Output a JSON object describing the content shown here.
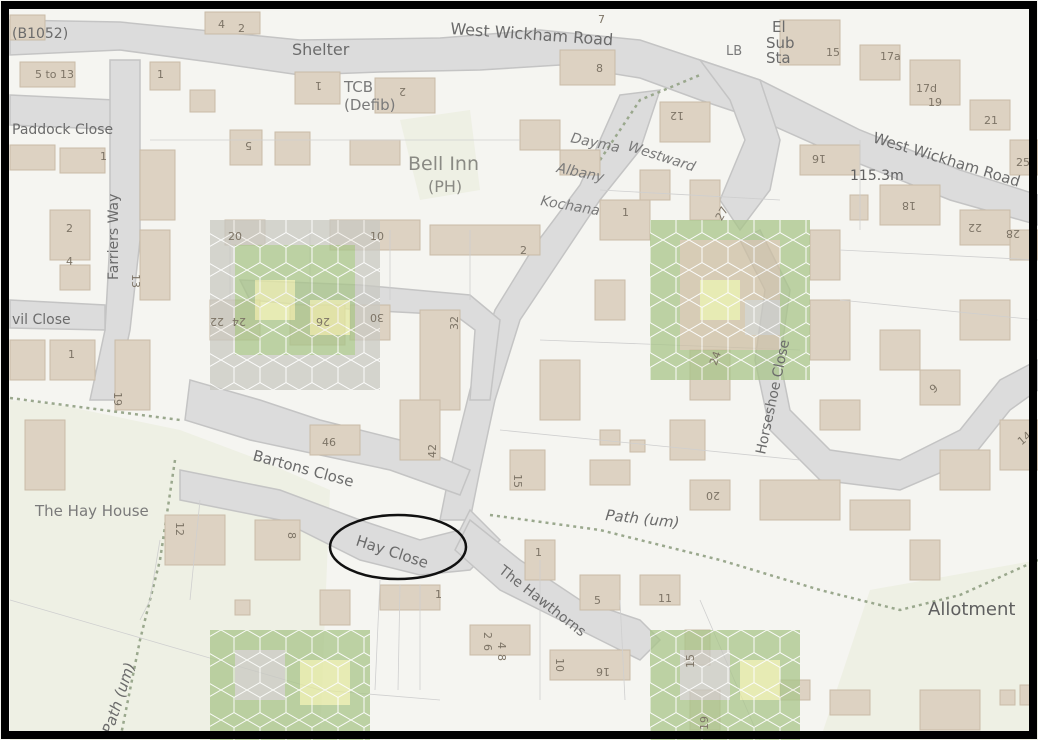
{
  "map": {
    "colors": {
      "background": "#f5f5f1",
      "road": "#dcdcdc",
      "road_edge": "#c4c4c4",
      "building": "#ddd2c2",
      "building_edge": "#c9bba7",
      "green": "#eef0e4",
      "path": "#9aa88d",
      "hex_green": "#a9c58a",
      "hex_yellow": "#e3e8a0",
      "hex_grey": "#c9c9c2",
      "hex_tan": "#cdbfa3",
      "label": "#6b6b6b",
      "frame": "#000000"
    },
    "road_labels": {
      "b1052": "(B1052)",
      "shelter": "Shelter",
      "west_wickham_road_top": "West Wickham Road",
      "west_wickham_road_right": "West Wickham Road",
      "paddock_close": "Paddock Close",
      "farriers_way": "Farriers Way",
      "evil_close": "vil Close",
      "bartons_close": "Bartons Close",
      "hay_close": "Hay Close",
      "the_hawthorns": "The Hawthorns",
      "horseshoe_close": "Horseshoe Close",
      "path_um_1": "Path (um)",
      "path_um_2": "Path (um)"
    },
    "place_labels": {
      "tcb": "TCB",
      "defib": "(Defib)",
      "bell_inn": "Bell Inn",
      "ph": "(PH)",
      "dayma": "Dayma",
      "westward": "Westward",
      "albany": "Albany",
      "kochana": "Kochana",
      "el_sub_sta_1": "El",
      "el_sub_sta_2": "Sub",
      "el_sub_sta_3": "Sta",
      "lb": "LB",
      "hay_house": "The Hay House",
      "allotment": "Allotment",
      "elevation": "115.3m"
    },
    "house_numbers": {
      "n5to13": "5 to 13",
      "n4a": "4",
      "n2a": "2",
      "n7": "7",
      "n8a": "8",
      "n1a": "1",
      "n1b": "1",
      "n2b": "2",
      "n5a": "5",
      "n12a": "12",
      "n15a": "15",
      "n17a": "17a",
      "n17d": "17d",
      "n19a": "19",
      "n21": "21",
      "n25": "25",
      "n16": "16",
      "n18": "18",
      "n22a": "22",
      "n28": "28",
      "n20a": "20",
      "n10a": "10",
      "n2c": "2",
      "n2d": "2",
      "n4b": "4",
      "n13a": "13",
      "n1c": "1",
      "n27": "27",
      "n1d": "1",
      "n22b": "22",
      "n24a": "24",
      "n26": "26",
      "n30": "30",
      "n32": "32",
      "n1e": "1",
      "n19b": "19",
      "n24b": "24",
      "n46": "46",
      "n42": "42",
      "n15b": "15",
      "n20b": "20",
      "n9": "9",
      "n14": "14",
      "n12b": "12",
      "n8b": "8",
      "n1f": "1",
      "n1g": "1",
      "n5b": "5",
      "n11": "11",
      "n2e": "2",
      "n4c": "4",
      "n6": "6",
      "n8c": "8",
      "n10b": "10",
      "n16b": "16",
      "n15c": "15",
      "n19c": "19"
    },
    "highlight": {
      "target": "Hay Close",
      "shape": "ellipse"
    }
  }
}
